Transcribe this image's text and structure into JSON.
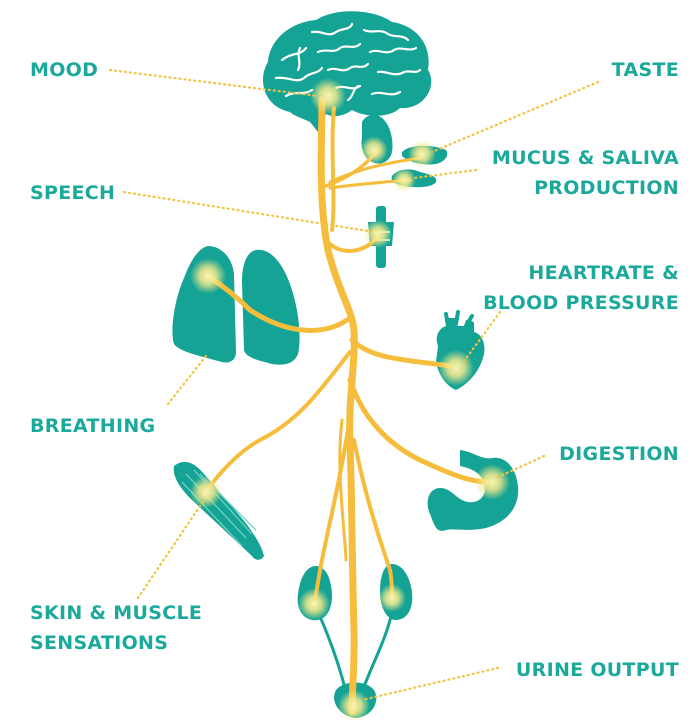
{
  "colors": {
    "teal": "#14a394",
    "teal_dark": "#0d8c7f",
    "nerve": "#f5bd3b",
    "glow": "#f6ee9a",
    "label": "#1ba99c"
  },
  "labels": {
    "mood": "MOOD",
    "taste": "TASTE",
    "mucus_line1": "MUCUS & SALIVA",
    "mucus_line2": "PRODUCTION",
    "speech": "SPEECH",
    "heart_line1": "HEARTRATE &",
    "heart_line2": "BLOOD PRESSURE",
    "breathing": "BREATHING",
    "digestion": "DIGESTION",
    "skin_line1": "SKIN & MUSCLE",
    "skin_line2": "SENSATIONS",
    "urine": "URINE OUTPUT"
  },
  "organs": [
    {
      "name": "brain-icon",
      "label": "mood"
    },
    {
      "name": "salivary-gland-icon",
      "label": "mucus"
    },
    {
      "name": "tongue-icon",
      "label": "taste"
    },
    {
      "name": "larynx-icon",
      "label": "speech"
    },
    {
      "name": "lungs-icon",
      "label": "breathing"
    },
    {
      "name": "heart-icon",
      "label": "heart"
    },
    {
      "name": "stomach-icon",
      "label": "digestion"
    },
    {
      "name": "muscle-icon",
      "label": "skin"
    },
    {
      "name": "kidneys-icon",
      "label": "urine"
    },
    {
      "name": "bladder-icon",
      "label": "urine"
    }
  ]
}
